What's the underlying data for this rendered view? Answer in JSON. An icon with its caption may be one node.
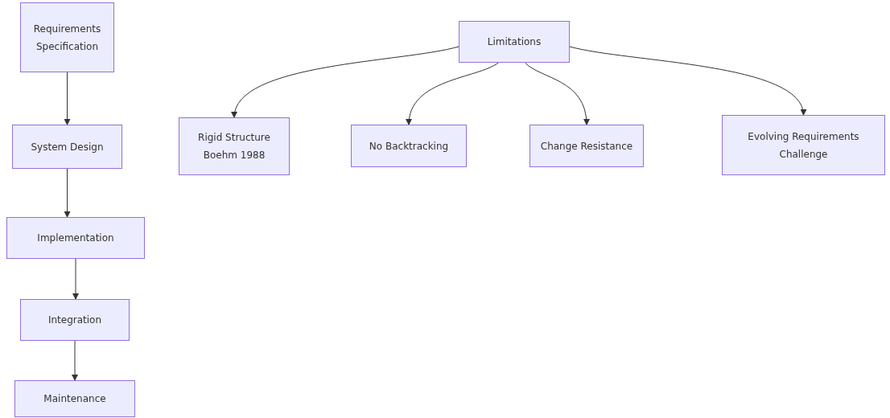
{
  "diagram": {
    "nodes": [
      {
        "text": [
          "Requirements Specification"
        ]
      },
      {
        "text": [
          "System Design"
        ]
      },
      {
        "text": [
          "Implementation"
        ]
      },
      {
        "text": [
          "Integration"
        ]
      },
      {
        "text": [
          "Maintenance"
        ]
      },
      {
        "text": [
          "Limitations"
        ]
      },
      {
        "text": [
          "Rigid Structure Boehm 1988"
        ]
      },
      {
        "text": [
          "No Backtracking"
        ]
      },
      {
        "text": [
          "Change Resistance"
        ]
      },
      {
        "text": [
          "Evolving Requirements Challenge"
        ]
      }
    ],
    "edges": [
      {
        "from": 0,
        "to": 1,
        "arrow": "to"
      },
      {
        "from": 1,
        "to": 2,
        "arrow": "to"
      },
      {
        "from": 2,
        "to": 3,
        "arrow": "to"
      },
      {
        "from": 3,
        "to": 4,
        "arrow": "to"
      },
      {
        "from": 5,
        "to": 6,
        "arrow": "to"
      },
      {
        "from": 5,
        "to": 7,
        "arrow": "to"
      },
      {
        "from": 5,
        "to": 8,
        "arrow": "to"
      },
      {
        "from": 5,
        "to": 9,
        "arrow": "to"
      }
    ]
  }
}
